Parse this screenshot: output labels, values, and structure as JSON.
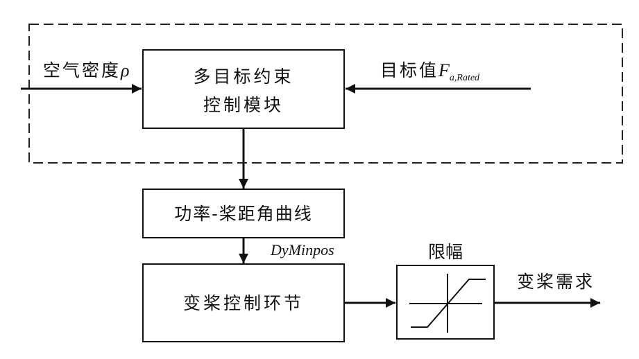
{
  "inputs": {
    "left_label": "空气密度",
    "left_symbol": "ρ",
    "right_label": "目标值",
    "right_symbol": "F",
    "right_subscript": "a,Rated"
  },
  "blocks": {
    "constraint_line1": "多目标约束",
    "constraint_line2": "控制模块",
    "curve": "功率-桨距角曲线",
    "pitch_control": "变桨控制环节"
  },
  "signals": {
    "dyminpos": "DyMinpos",
    "limiter_label": "限幅",
    "output": "变桨需求"
  }
}
